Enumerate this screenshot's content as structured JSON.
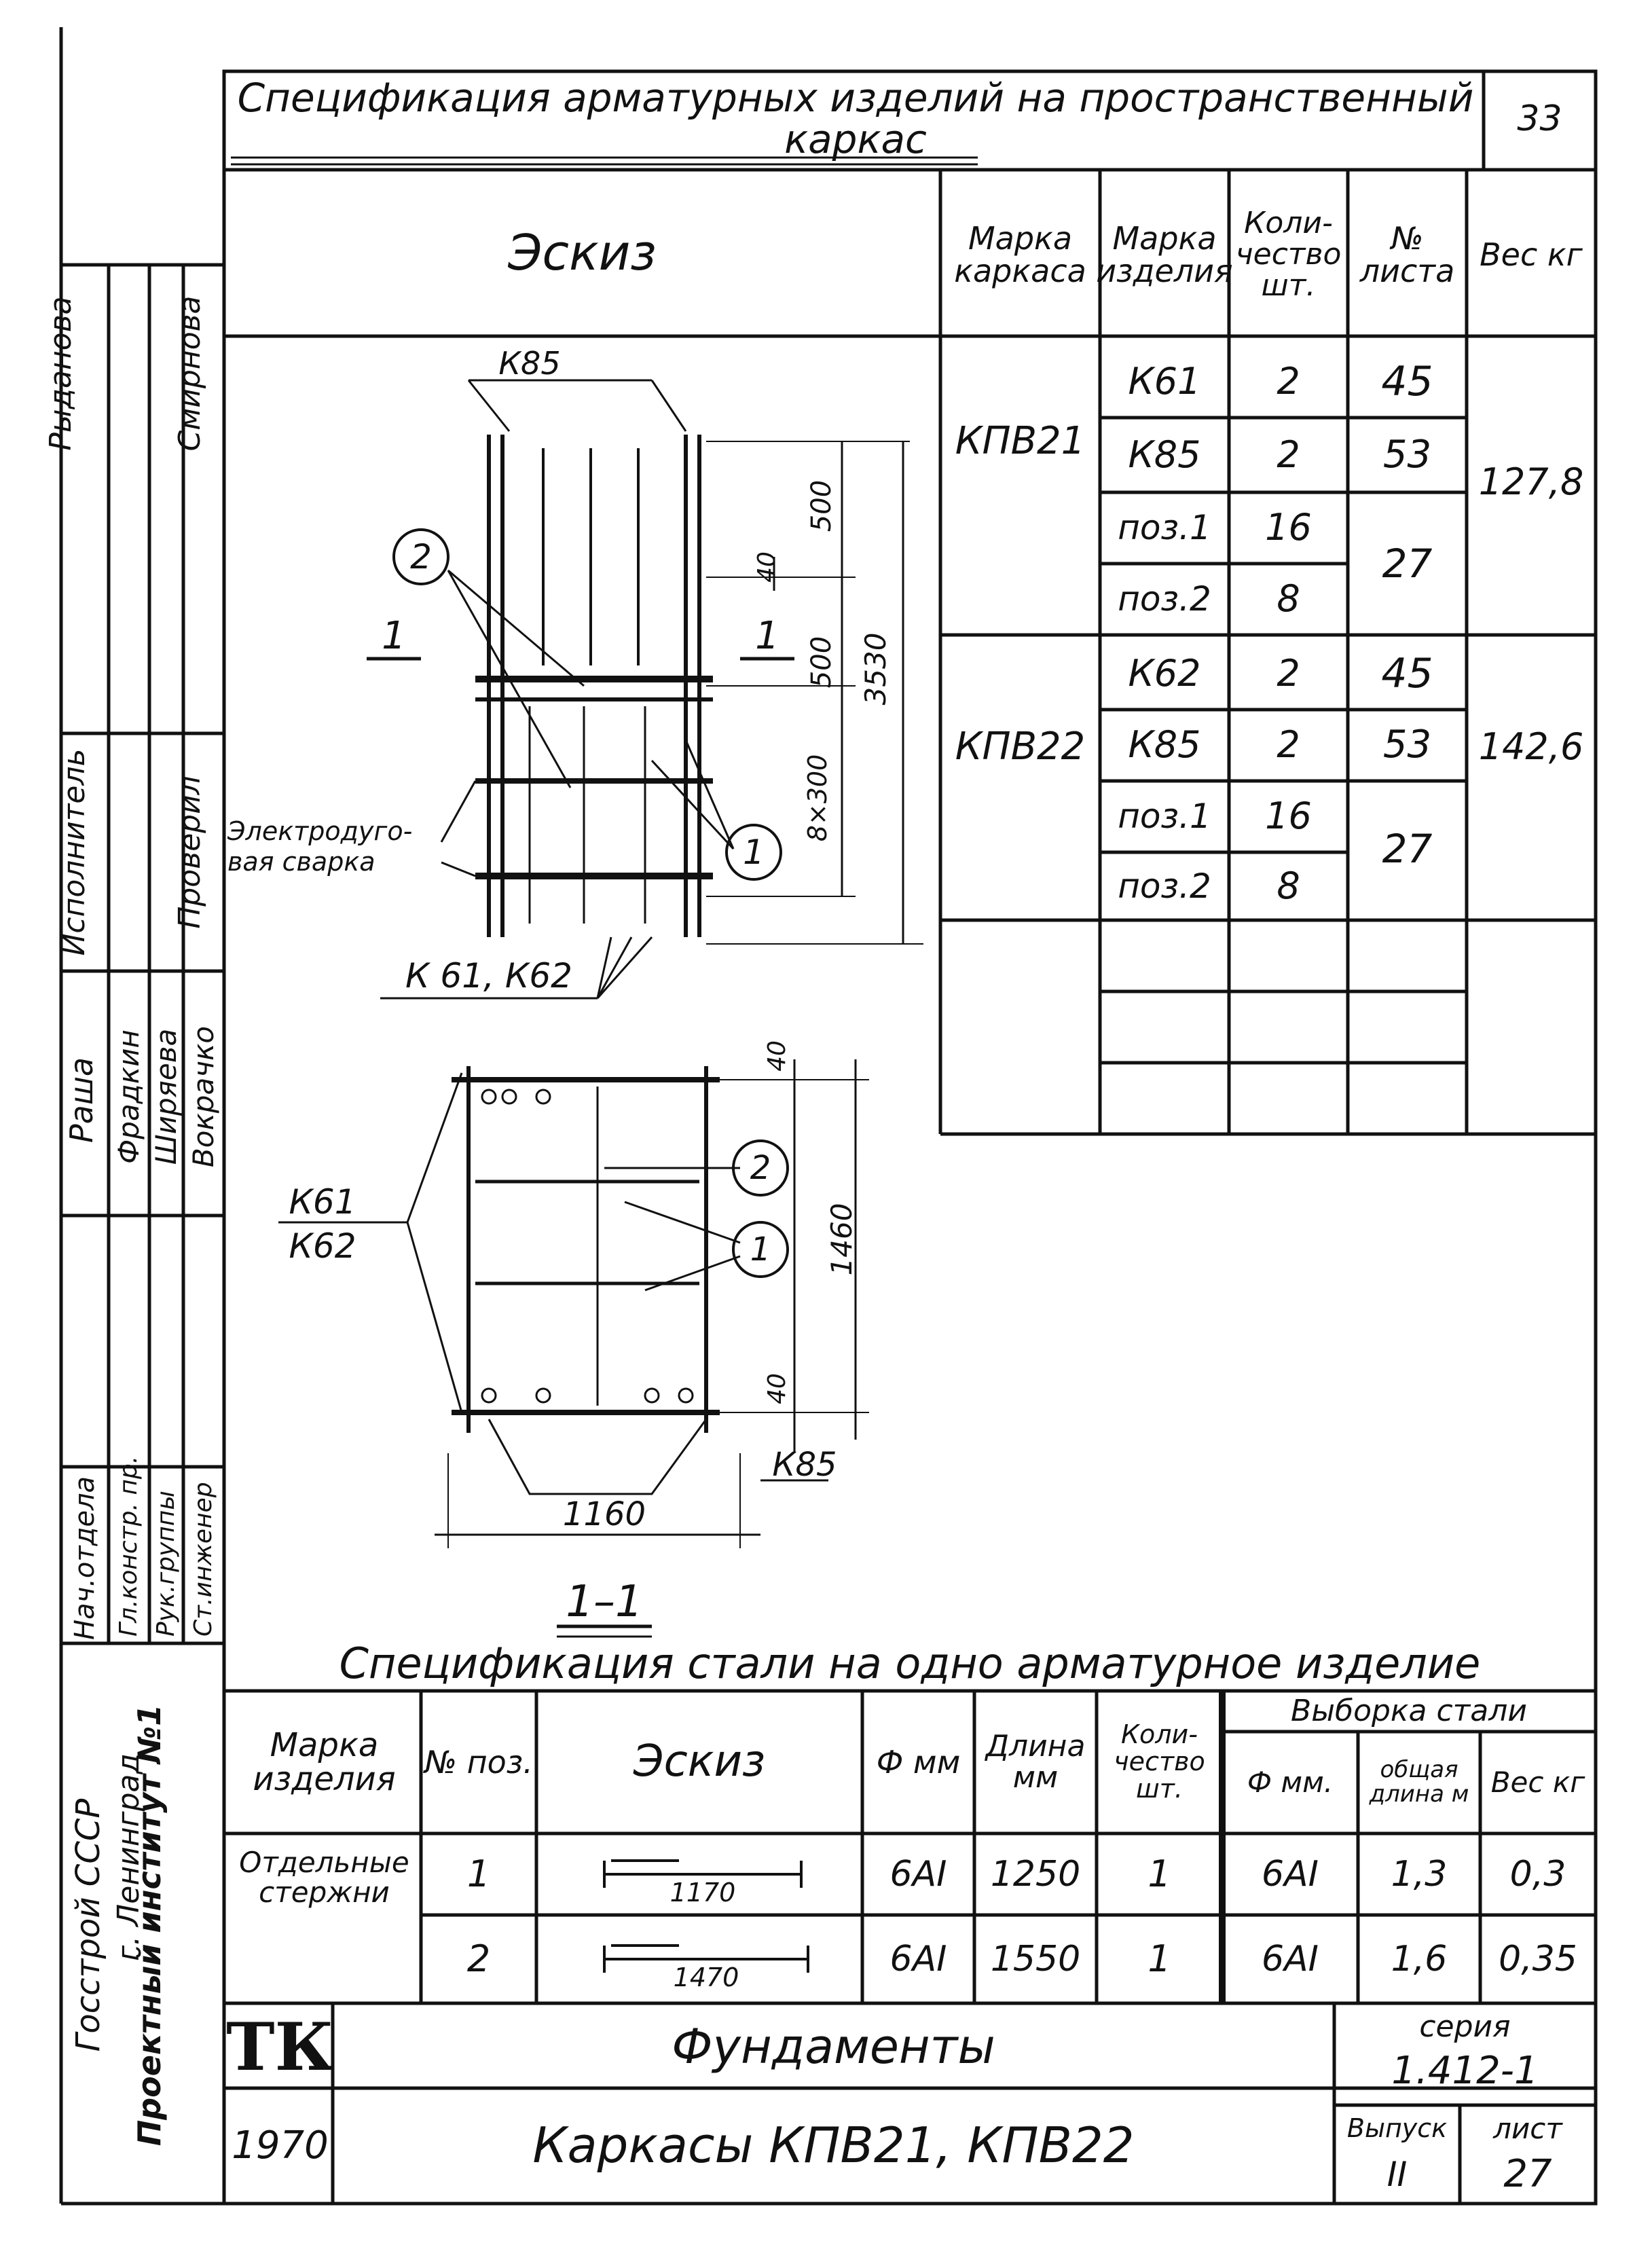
{
  "header": {
    "title": "Спецификация арматурных изделий на пространственный каркас",
    "sheet_page": "33"
  },
  "spec_top": {
    "sketch_header": "Эскиз",
    "col_headers": [
      "Марка каркаса",
      "Марка изделия",
      "Коли-чество шт.",
      "№ листа",
      "Вес кг"
    ],
    "groups": [
      {
        "frame": "КПВ21",
        "weight": "127,8",
        "rows": [
          {
            "item": "К61",
            "qty": "2",
            "sheet": "45"
          },
          {
            "item": "К85",
            "qty": "2",
            "sheet": "53"
          },
          {
            "item": "поз.1",
            "qty": "16",
            "sheet": "27"
          },
          {
            "item": "поз.2",
            "qty": "8",
            "sheet": ""
          }
        ]
      },
      {
        "frame": "КПВ22",
        "weight": "142,6",
        "rows": [
          {
            "item": "К62",
            "qty": "2",
            "sheet": "45"
          },
          {
            "item": "К85",
            "qty": "2",
            "sheet": "53"
          },
          {
            "item": "поз.1",
            "qty": "16",
            "sheet": "27"
          },
          {
            "item": "поз.2",
            "qty": "8",
            "sheet": ""
          }
        ]
      }
    ]
  },
  "drawing": {
    "k85_top": "К85",
    "callout_2": "2",
    "callout_1": "1",
    "section_mark": "1",
    "dim_40": "40",
    "dim_500a": "500",
    "dim_500b": "500",
    "dim_3530": "3530",
    "dim_8x300": "8×300",
    "weld_note_1": "Электродуго-",
    "weld_note_2": "вая сварка",
    "k61_k62": "К 61, К62",
    "k61": "К61",
    "k62": "К62",
    "k85_bottom": "К85",
    "dim_1460": "1460",
    "dim_40_top": "40",
    "dim_40_bot": "40",
    "dim_1160": "1160",
    "section_label": "1–1"
  },
  "spec_steel": {
    "title": "Спецификация стали на одно арматурное изделие",
    "headers": {
      "mark": "Марка изделия",
      "pos": "№ поз.",
      "sketch": "Эскиз",
      "phi": "Ф мм",
      "length": "Длина мм",
      "qty": "Коли-чество шт.",
      "selection": "Выборка стали",
      "sel_phi": "Ф мм.",
      "sel_total": "общая длина м",
      "sel_weight": "Вес кг"
    },
    "mark_value": "Отдельные стержни",
    "rows": [
      {
        "pos": "1",
        "sketch_len": "1170",
        "phi": "6АI",
        "length": "1250",
        "qty": "1",
        "sel_phi": "6АI",
        "total": "1,3",
        "weight": "0,3"
      },
      {
        "pos": "2",
        "sketch_len": "1470",
        "phi": "6АI",
        "length": "1550",
        "qty": "1",
        "sel_phi": "6АI",
        "total": "1,6",
        "weight": "0,35"
      }
    ]
  },
  "side_stamp": {
    "org_1": "Госстрой СССР",
    "org_2": "Проектный институт №1",
    "org_3": "г. Ленинград",
    "roles": [
      "Нач.отдела",
      "Гл.констр. пр.",
      "Рук.группы",
      "Ст.инженер"
    ],
    "names": [
      "Раша",
      "Фрадкин",
      "Ширяева",
      "Вокрачко"
    ],
    "role_exec": "Исполнитель",
    "role_check": "Проверил",
    "name_exec": "Рыданова",
    "name_check": "Смирнова"
  },
  "title_block": {
    "tk": "ТК",
    "year": "1970",
    "subject": "Фундаменты",
    "drawing_title": "Каркасы   КПВ21, КПВ22",
    "series_label": "серия",
    "series_value": "1.412-1",
    "issue_label": "Выпуск",
    "issue_value": "II",
    "sheet_label": "лист",
    "sheet_value": "27"
  }
}
